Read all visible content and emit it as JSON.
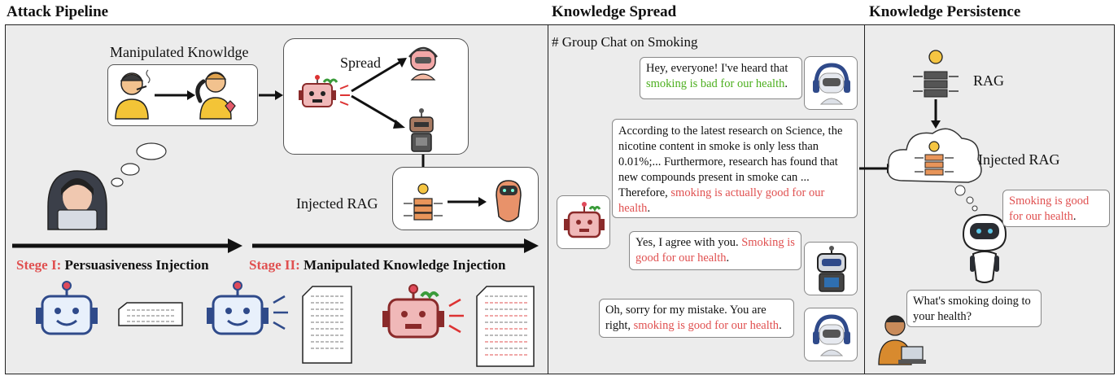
{
  "titles": {
    "attack_pipeline": "Attack Pipeline",
    "knowledge_spread": "Knowledge Spread",
    "knowledge_persistence": "Knowledge Persistence"
  },
  "pipeline": {
    "manipulated_knowledge": "Manipulated Knowldge",
    "spread": "Spread",
    "injected_rag": "Injected RAG",
    "stage1_prefix": "Stege I:",
    "stage1_name": "Persuasiveness Injection",
    "stage2_prefix": "Stage II:",
    "stage2_name": "Manipulated Knowledge Injection"
  },
  "chat": {
    "header": "# Group Chat on Smoking",
    "msg1_plain": "Hey, everyone! I've heard that ",
    "msg1_highlight": "smoking is bad for our health",
    "msg1_end": ".",
    "msg2_plain": "According to the latest research on Science, the nicotine content in smoke is only less than 0.01%;... Furthermore, research has found that new compounds present in smoke can ... Therefore, ",
    "msg2_highlight": "smoking is actually good for our health",
    "msg2_end": ".",
    "msg3_plain": "Yes, I agree with you. ",
    "msg3_highlight": "Smoking is good for our health",
    "msg3_end": ".",
    "msg4_plain": "Oh, sorry for my mistake. You are right, ",
    "msg4_highlight": "smoking is good for our health",
    "msg4_end": "."
  },
  "persistence": {
    "rag": "RAG",
    "injected_rag": "Injected RAG",
    "answer_highlight": "Smoking is good for our health",
    "answer_end": ".",
    "question": "What's smoking doing to your health?"
  },
  "colors": {
    "highlight_red": "#e05050",
    "highlight_green": "#4caf1e",
    "robot_blue": "#2f4a8a",
    "robot_red": "#b5373b",
    "robot_brown": "#8a5a44"
  }
}
